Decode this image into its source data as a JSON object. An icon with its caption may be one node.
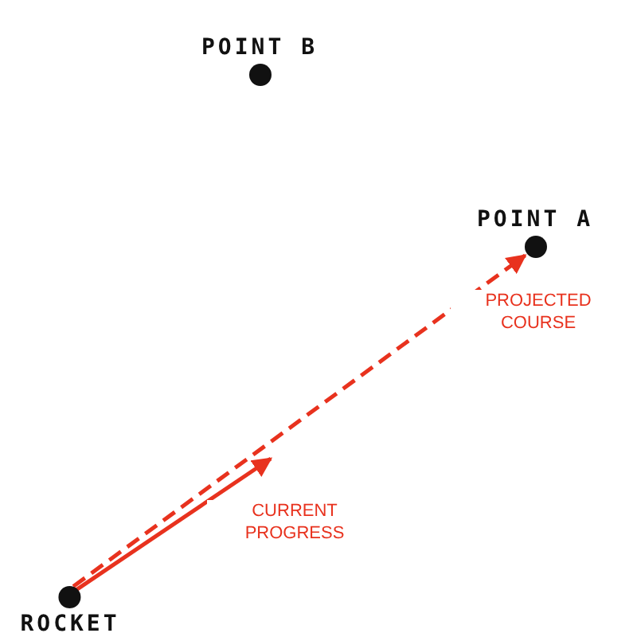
{
  "diagram": {
    "nodes": [
      {
        "text": [
          "POINT B"
        ]
      },
      {
        "text": [
          "POINT A"
        ]
      },
      {
        "text": [
          "ROCKET"
        ]
      }
    ],
    "edges": [
      {
        "from": 2,
        "to": 1,
        "arrow": "to",
        "style": "dashed",
        "label": "PROJECTED COURSE"
      },
      {
        "from": 2,
        "to": null,
        "arrow": "to",
        "label": "CURRENT PROGRESS"
      }
    ]
  }
}
